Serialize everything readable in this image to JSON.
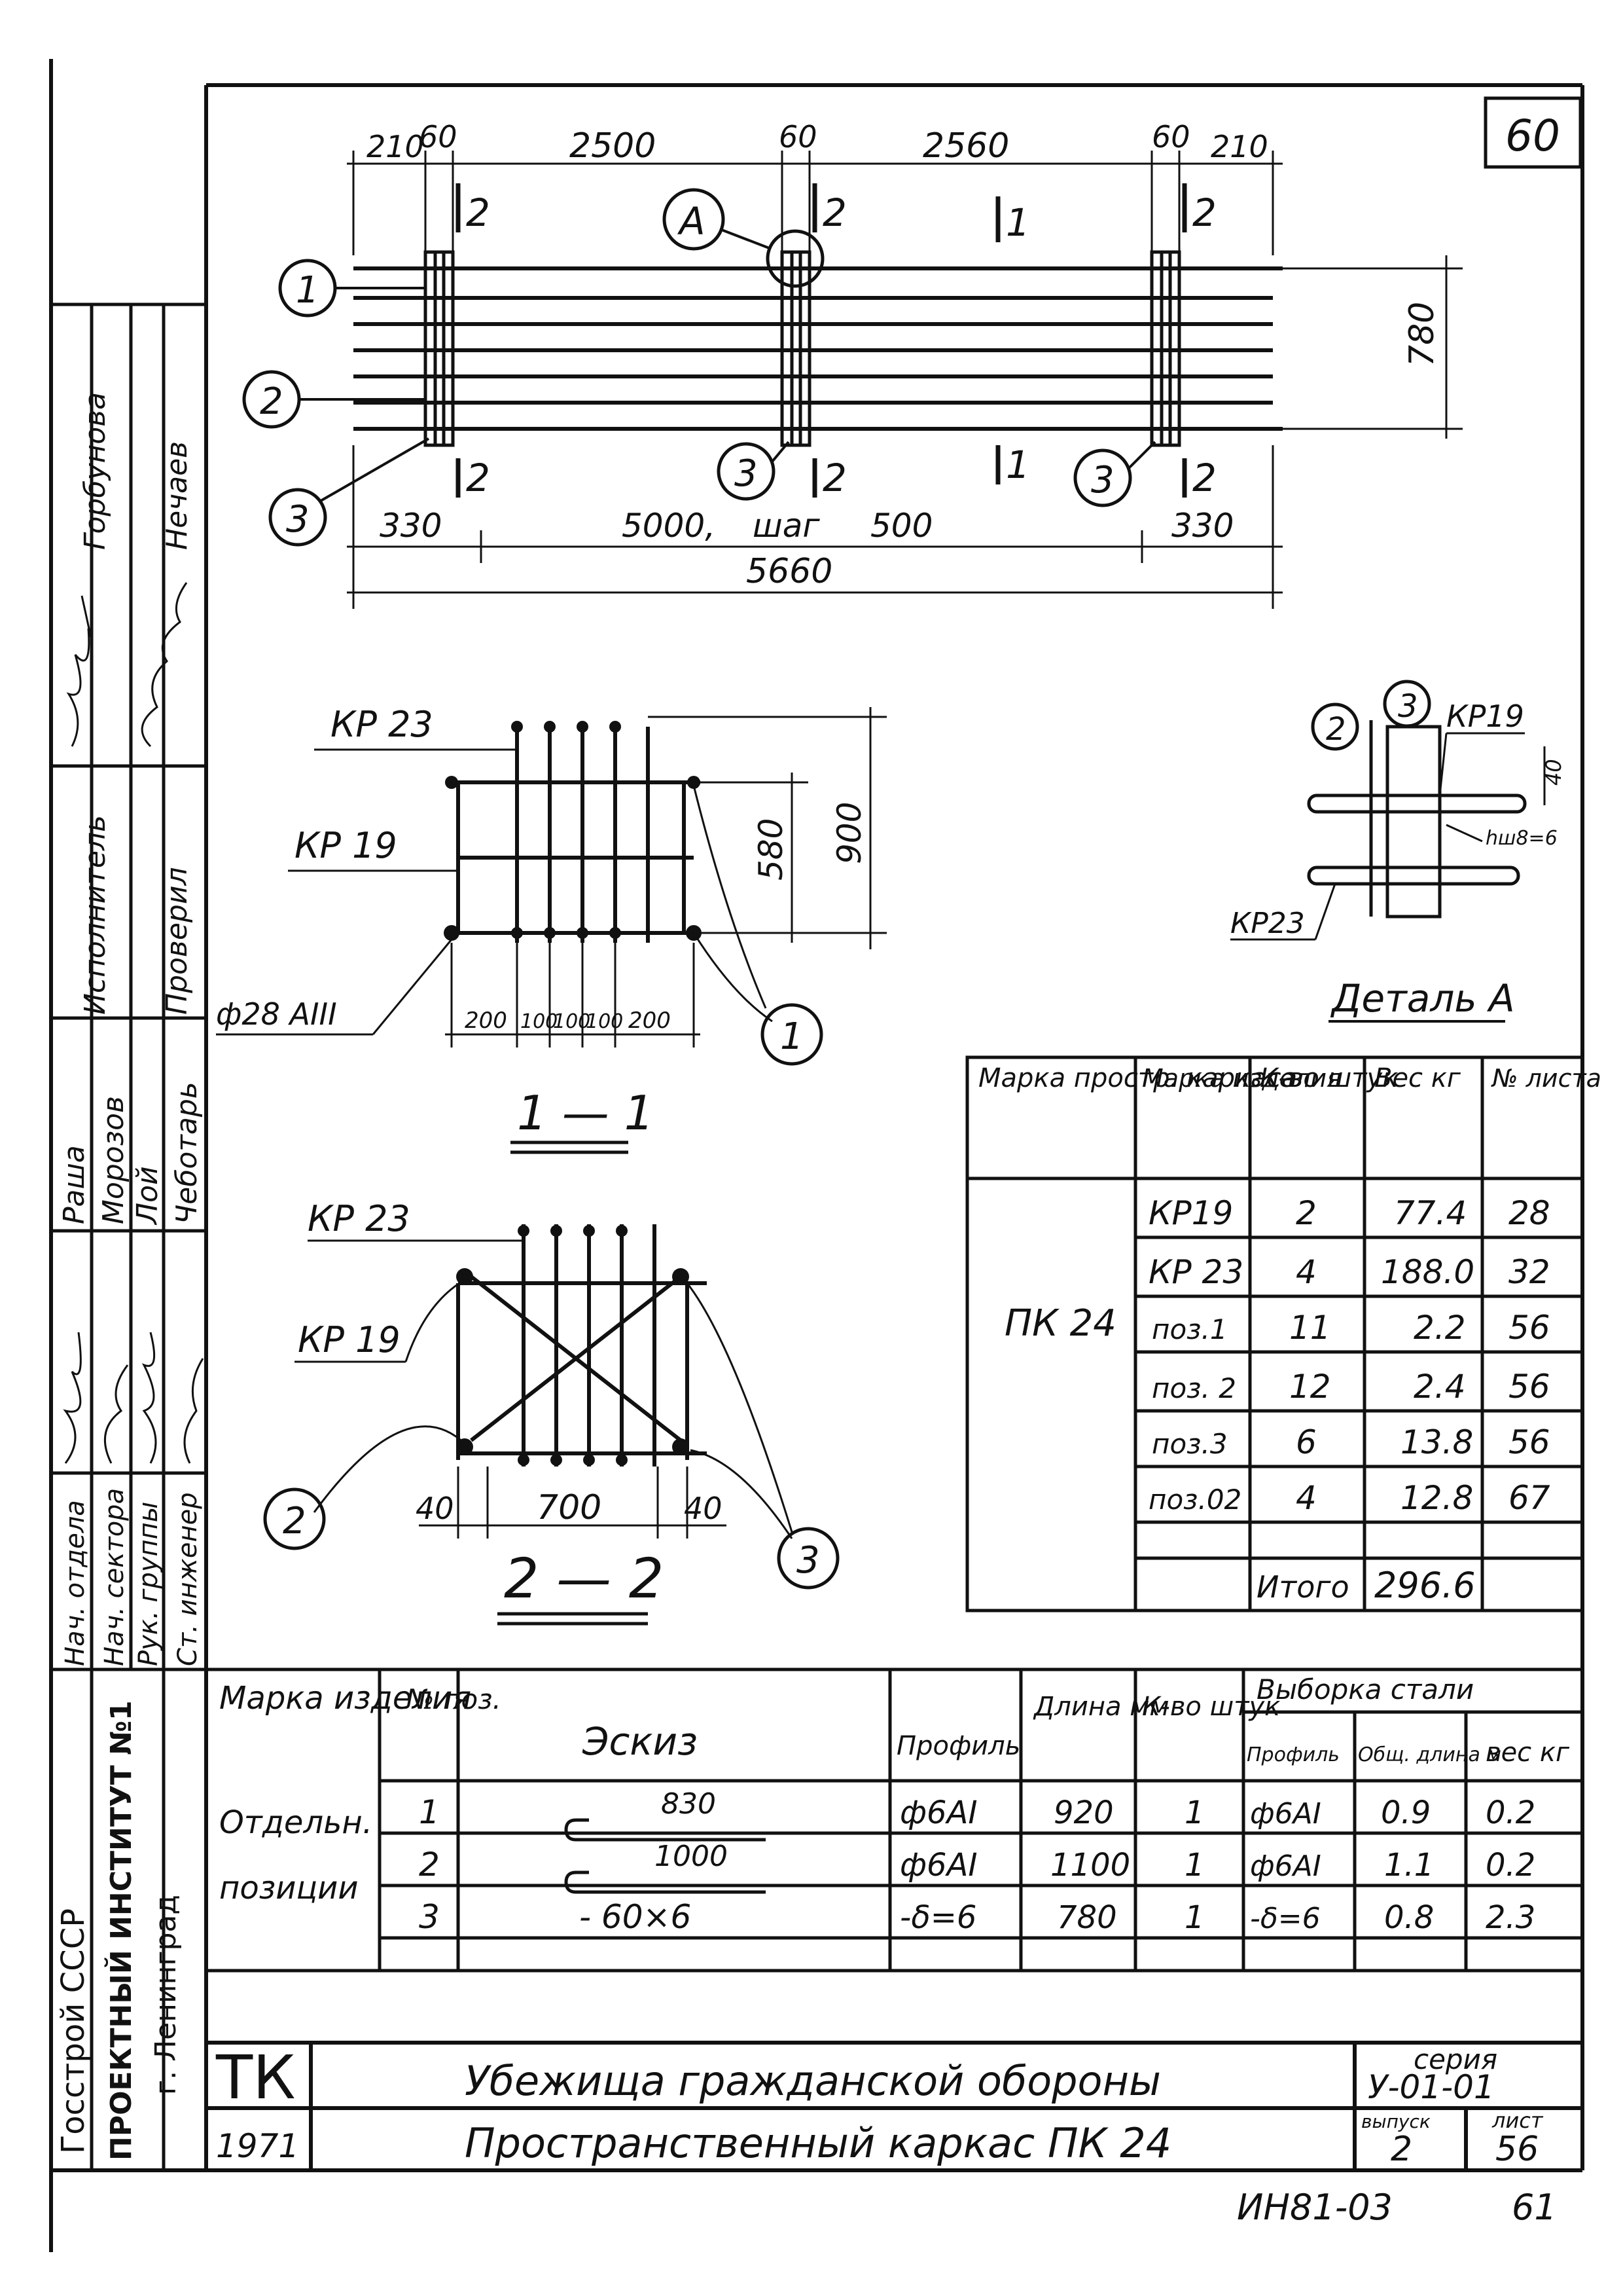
{
  "page_number": "60",
  "bottom_mark": "ИН81-03",
  "bottom_page": "61",
  "plan": {
    "dims_top": [
      "210",
      "60",
      "2500",
      "60",
      "2560",
      "60",
      "210"
    ],
    "dims_bottom": [
      "330",
      "5000,",
      "шаг",
      "500",
      "330"
    ],
    "overall": "5660",
    "height": "780",
    "detail_ref": "А",
    "section_marks": [
      "2",
      "1",
      "2"
    ],
    "callouts": [
      "1",
      "2",
      "3"
    ]
  },
  "section11": {
    "labels": [
      "КР 23",
      "КР 19",
      "ф28 АIII"
    ],
    "dims_vertical": [
      "580",
      "900"
    ],
    "dims_bottom": [
      "200",
      "100",
      "100",
      "100",
      "200"
    ],
    "callout": "1",
    "title": "1 — 1"
  },
  "section22": {
    "labels": [
      "КР 23",
      "КР 19"
    ],
    "dims_bottom": [
      "40",
      "700",
      "40"
    ],
    "callouts": [
      "2",
      "3"
    ],
    "title": "2 — 2"
  },
  "detailA": {
    "labels": [
      "КР19",
      "КР23",
      "hш8=6",
      "40"
    ],
    "callouts": [
      "2",
      "3"
    ],
    "title": "Деталь А"
  },
  "stamp_left": {
    "roles": [
      "Нач. отдела",
      "Нач. сектора",
      "Рук. группы",
      "Ст. инженер"
    ],
    "names_a": [
      "Раша",
      "Морозов",
      "Лой",
      "Чеботарь"
    ],
    "roles_b": [
      "Исполнитель",
      "Проверил"
    ],
    "names_b": [
      "Горбунова",
      "Нечаев"
    ],
    "org": [
      "Госстрой СССР",
      "ПРОЕКТНЫЙ ИНСТИТУТ №1",
      "г. Ленинград"
    ]
  },
  "spec_table": {
    "headers": [
      "Марка простр. каркаса",
      "Марка изделия",
      "К-во штук",
      "Вес кг",
      "№ листа"
    ],
    "mark": "ПК 24",
    "rows": [
      [
        "КР19",
        "2",
        "77.4",
        "28"
      ],
      [
        "КР 23",
        "4",
        "188.0",
        "32"
      ],
      [
        "поз.1",
        "11",
        "2.2",
        "56"
      ],
      [
        "поз. 2",
        "12",
        "2.4",
        "56"
      ],
      [
        "поз.3",
        "6",
        "13.8",
        "56"
      ],
      [
        "поз.02",
        "4",
        "12.8",
        "67"
      ]
    ],
    "total_label": "Итого",
    "total": "296.6"
  },
  "pos_table": {
    "headers": [
      "Марка изделия",
      "№ поз.",
      "Эскиз",
      "Профиль",
      "Длина мм",
      "К-во штук",
      "Выборка стали",
      "Профиль",
      "Общ. длина м",
      "вес кг"
    ],
    "group": [
      "Отдельн.",
      "позиции"
    ],
    "rows": [
      {
        "pos": "1",
        "sketch": "830",
        "profile": "ф6АI",
        "length": "920",
        "qty": "1",
        "s_profile": "ф6АI",
        "s_length": "0.9",
        "s_weight": "0.2"
      },
      {
        "pos": "2",
        "sketch": "1000",
        "profile": "ф6АI",
        "length": "1100",
        "qty": "1",
        "s_profile": "ф6АI",
        "s_length": "1.1",
        "s_weight": "0.2"
      },
      {
        "pos": "3",
        "sketch": "- 60×6",
        "profile": "-δ=6",
        "length": "780",
        "qty": "1",
        "s_profile": "-δ=6",
        "s_length": "0.8",
        "s_weight": "2.3"
      }
    ]
  },
  "title_block": {
    "code": "ТК",
    "year": "1971",
    "title1": "Убежища гражданской обороны",
    "title2": "Пространственный каркас ПК 24",
    "series_label": "серия",
    "series": "У-01-01",
    "issue_label": "выпуск",
    "issue": "2",
    "sheet_label": "лист",
    "sheet": "56"
  }
}
